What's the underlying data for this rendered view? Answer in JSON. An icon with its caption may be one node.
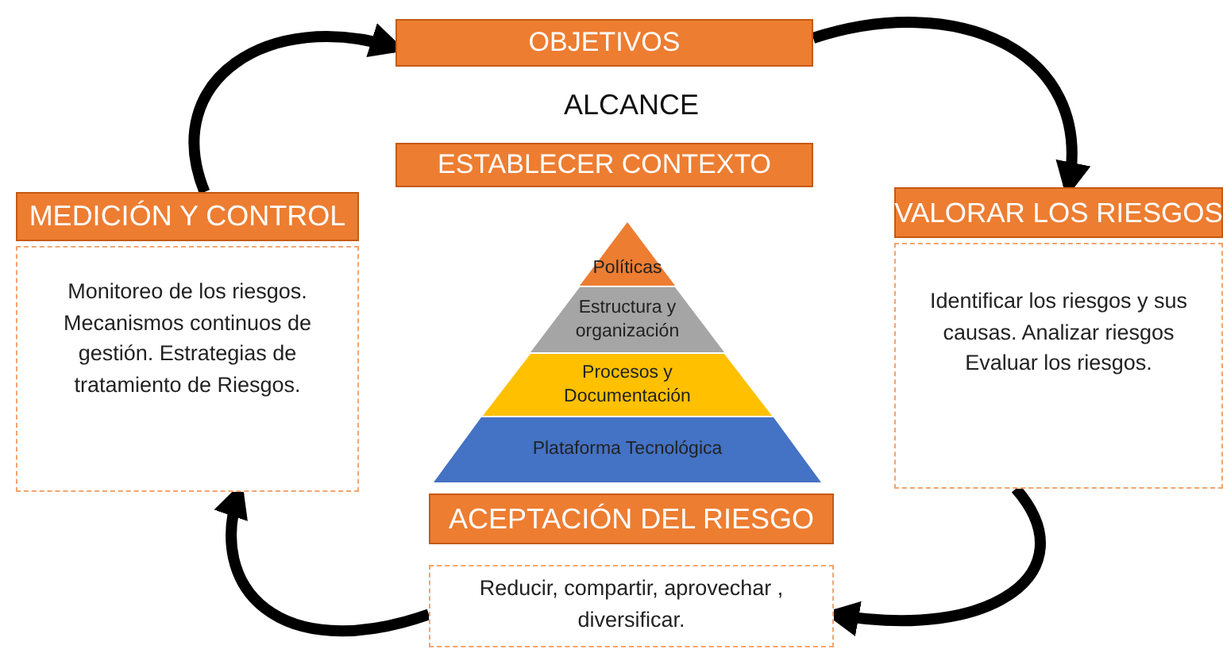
{
  "diagram": {
    "nodes": [
      {
        "text": [
          "OBJETIVOS"
        ]
      },
      {
        "text": [
          "ESTABLECER CONTEXTO"
        ]
      },
      {
        "text": [
          "MEDICIÓN Y CONTROL"
        ]
      },
      {
        "text": [
          "Monitoreo de los riesgos. Mecanismos continuos de gestión. Estrategias de tratamiento de Riesgos."
        ]
      },
      {
        "text": [
          "VALORAR LOS RIESGOS"
        ]
      },
      {
        "text": [
          "Identificar los riesgos y sus causas. Analizar riesgos Evaluar los riesgos."
        ]
      },
      {
        "text": [
          "Políticas"
        ]
      },
      {
        "text": [
          "Estructura y organización"
        ]
      },
      {
        "text": [
          "Procesos y Documentación"
        ]
      },
      {
        "text": [
          "Plataforma Tecnológica"
        ]
      },
      {
        "text": [
          "ACEPTACIÓN DEL RIESGO"
        ]
      },
      {
        "text": [
          "Reducir, compartir, aprovechar , diversificar."
        ]
      }
    ],
    "edges": [
      {
        "from": 2,
        "to": 0,
        "arrow": "to"
      },
      {
        "from": 0,
        "to": 4,
        "arrow": "to"
      },
      {
        "from": 5,
        "to": 11,
        "arrow": "to"
      },
      {
        "from": 11,
        "to": 3,
        "arrow": "to"
      }
    ],
    "labels": [
      "ALCANCE"
    ]
  }
}
